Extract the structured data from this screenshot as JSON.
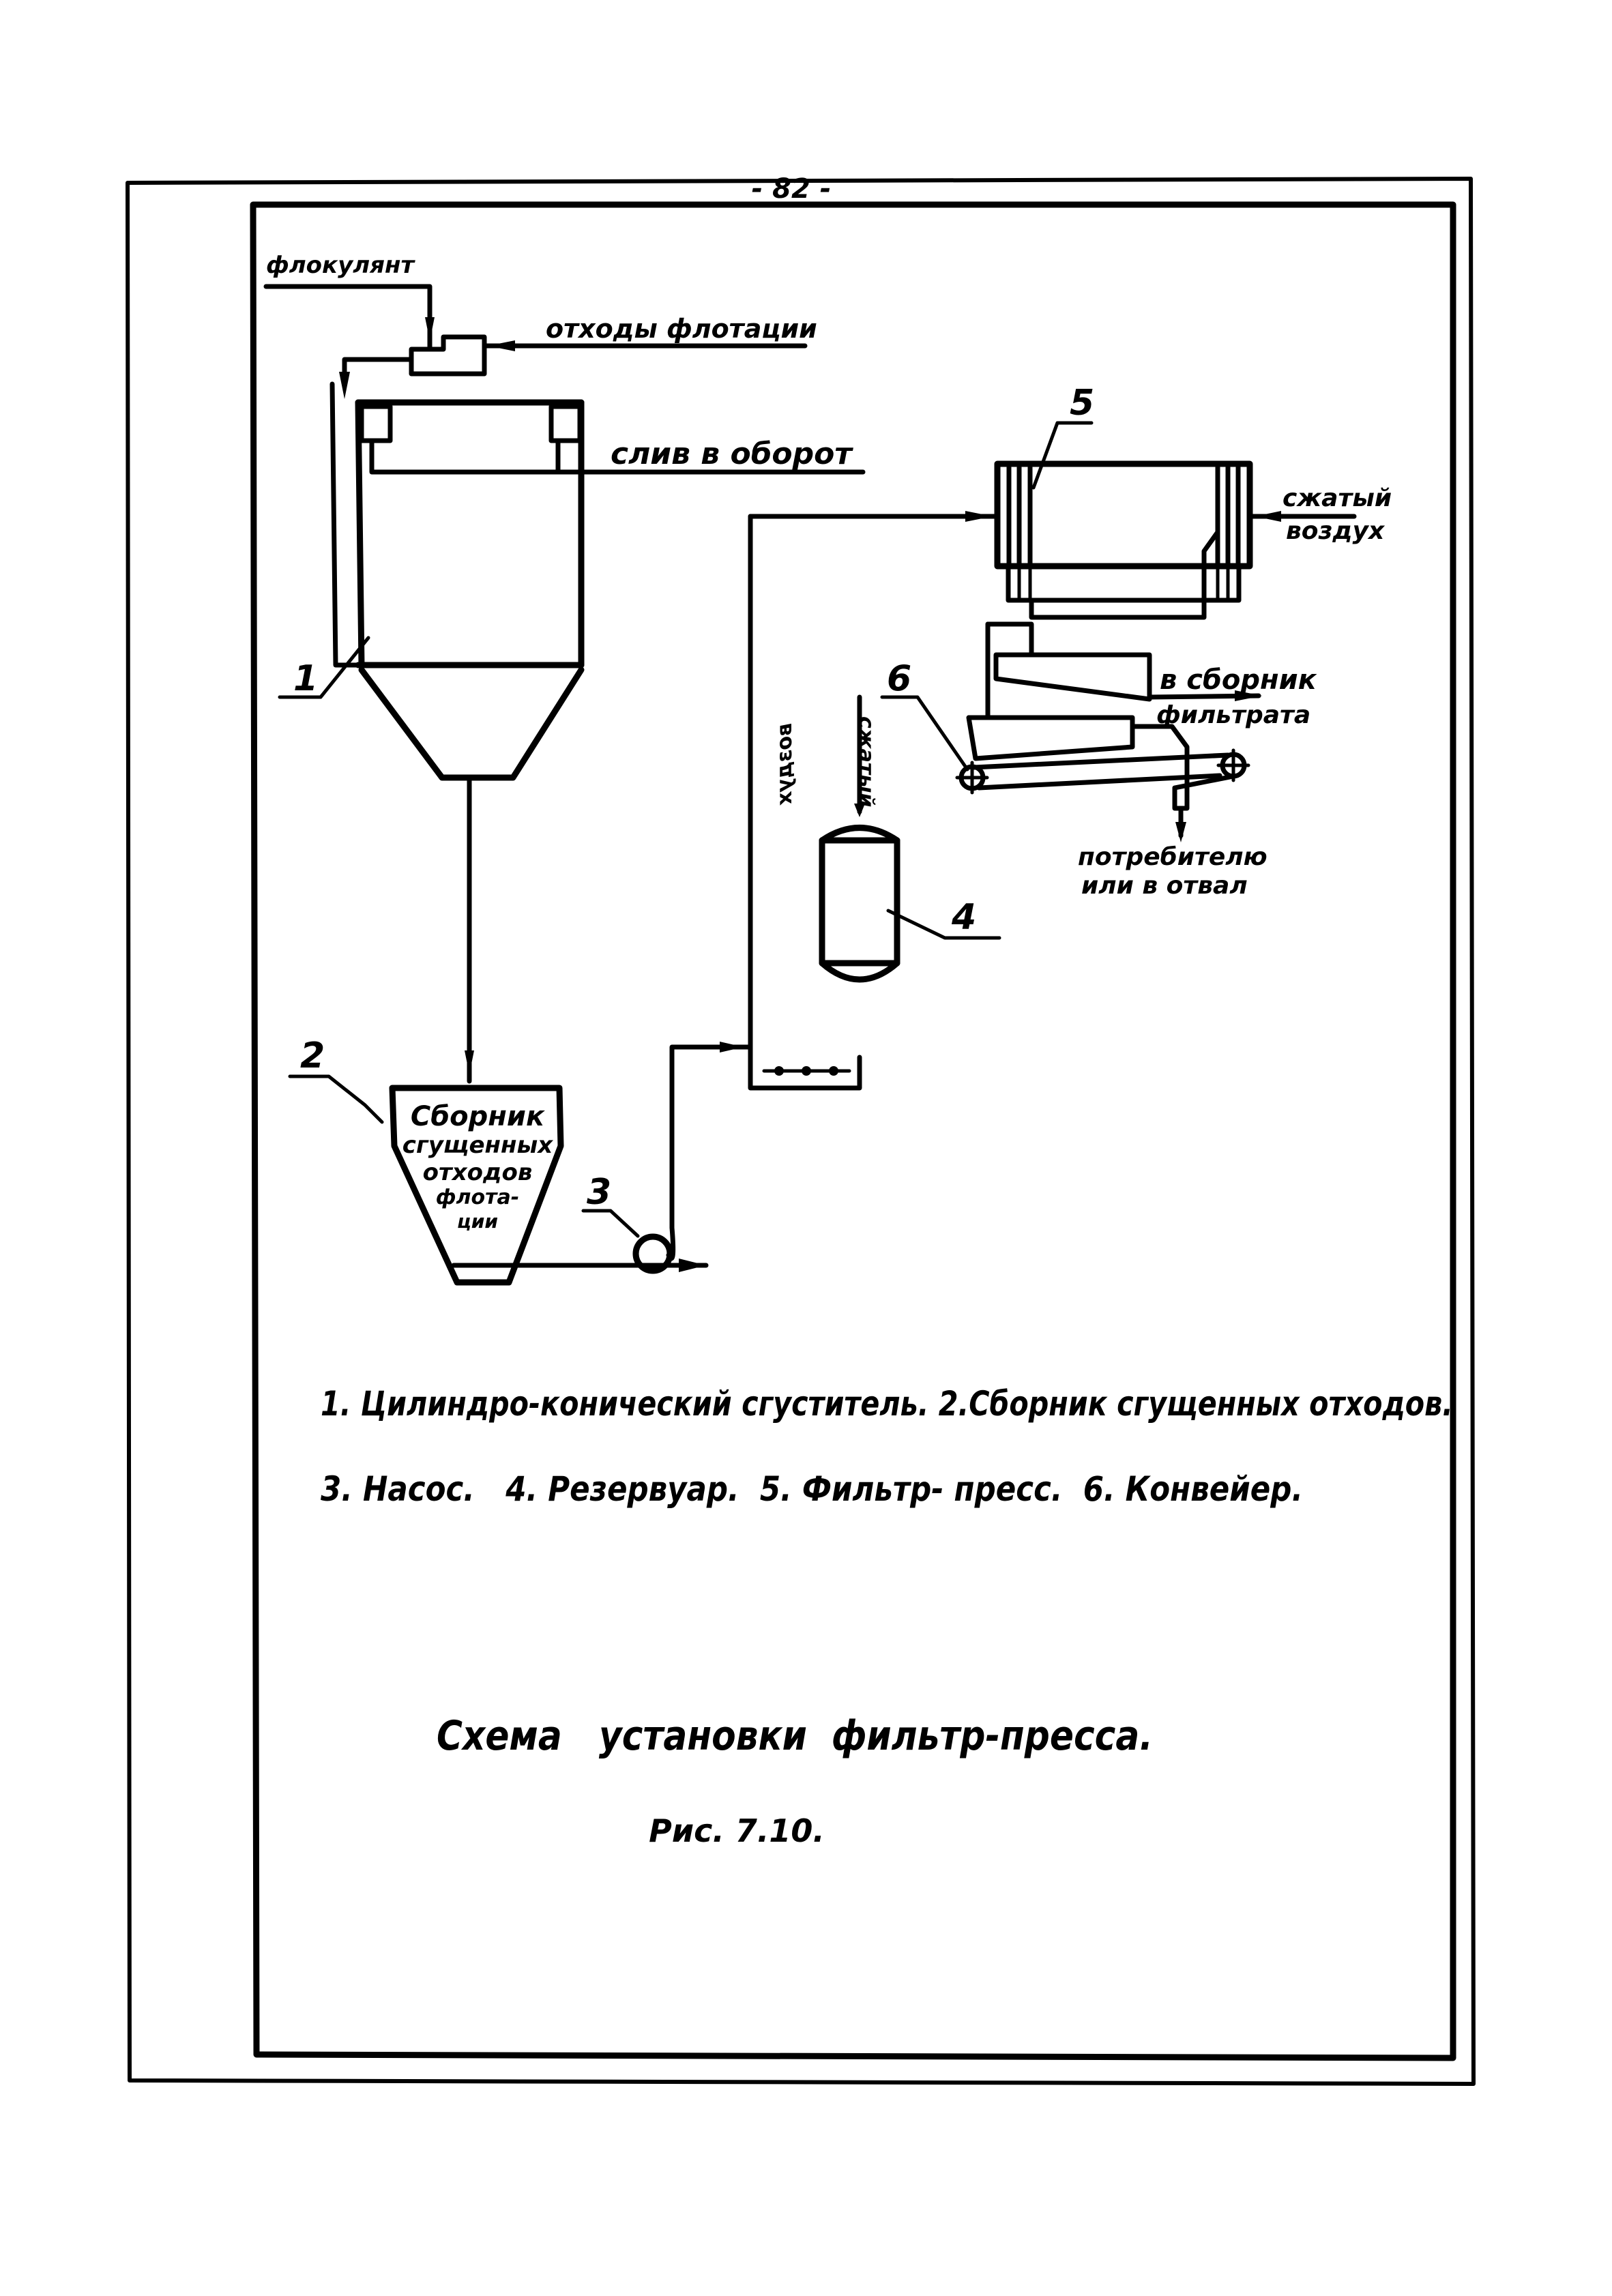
{
  "page": {
    "page_number": "- 82 -"
  },
  "diagram": {
    "labels": {
      "flocculant": "флокулянт",
      "flotation_waste": "отходы флотации",
      "overflow_to_recycle": "слив в оборот",
      "compressed_air_top": [
        "сжатый",
        "воздух"
      ],
      "to_filtrate_collector": [
        "в сборник",
        "фильтрата"
      ],
      "compressed_air_vertical": [
        "сжатый",
        "воздух"
      ],
      "to_consumer_or_dump": [
        "потребителю",
        "или в отвал"
      ],
      "collector_text": [
        "Сборник",
        "сгущенных",
        "отходов",
        "флота-",
        "ции"
      ]
    },
    "callouts": {
      "thickener": "1",
      "collector": "2",
      "pump": "3",
      "reservoir": "4",
      "filter_press": "5",
      "conveyor": "6"
    }
  },
  "legend": {
    "line1": "1. Цилиндро-конический сгуститель. 2.Сборник сгущенных отходов.",
    "line2": "3. Насос.   4. Резервуар.  5. Фильтр- пресс.  6. Конвейер."
  },
  "caption": {
    "title": "Схема   установки  фильтр-пресса.",
    "figure": "Рис. 7.10."
  }
}
